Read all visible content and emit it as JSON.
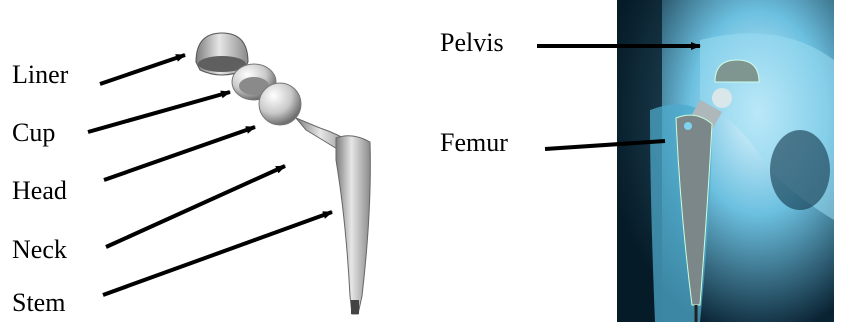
{
  "implant_labels": [
    {
      "id": "liner",
      "text": "Liner"
    },
    {
      "id": "cup",
      "text": "Cup"
    },
    {
      "id": "head",
      "text": "Head"
    },
    {
      "id": "neck",
      "text": "Neck"
    },
    {
      "id": "stem",
      "text": "Stem"
    }
  ],
  "xray_labels": [
    {
      "id": "pelvis",
      "text": "Pelvis"
    },
    {
      "id": "femur",
      "text": "Femur"
    }
  ],
  "colors": {
    "arrow": "#000000",
    "metal_light": "#e6e6e6",
    "metal_dark": "#7d7d7d",
    "xray_bg": "#0b2a3a",
    "xray_bone": "#8fd6ee"
  }
}
